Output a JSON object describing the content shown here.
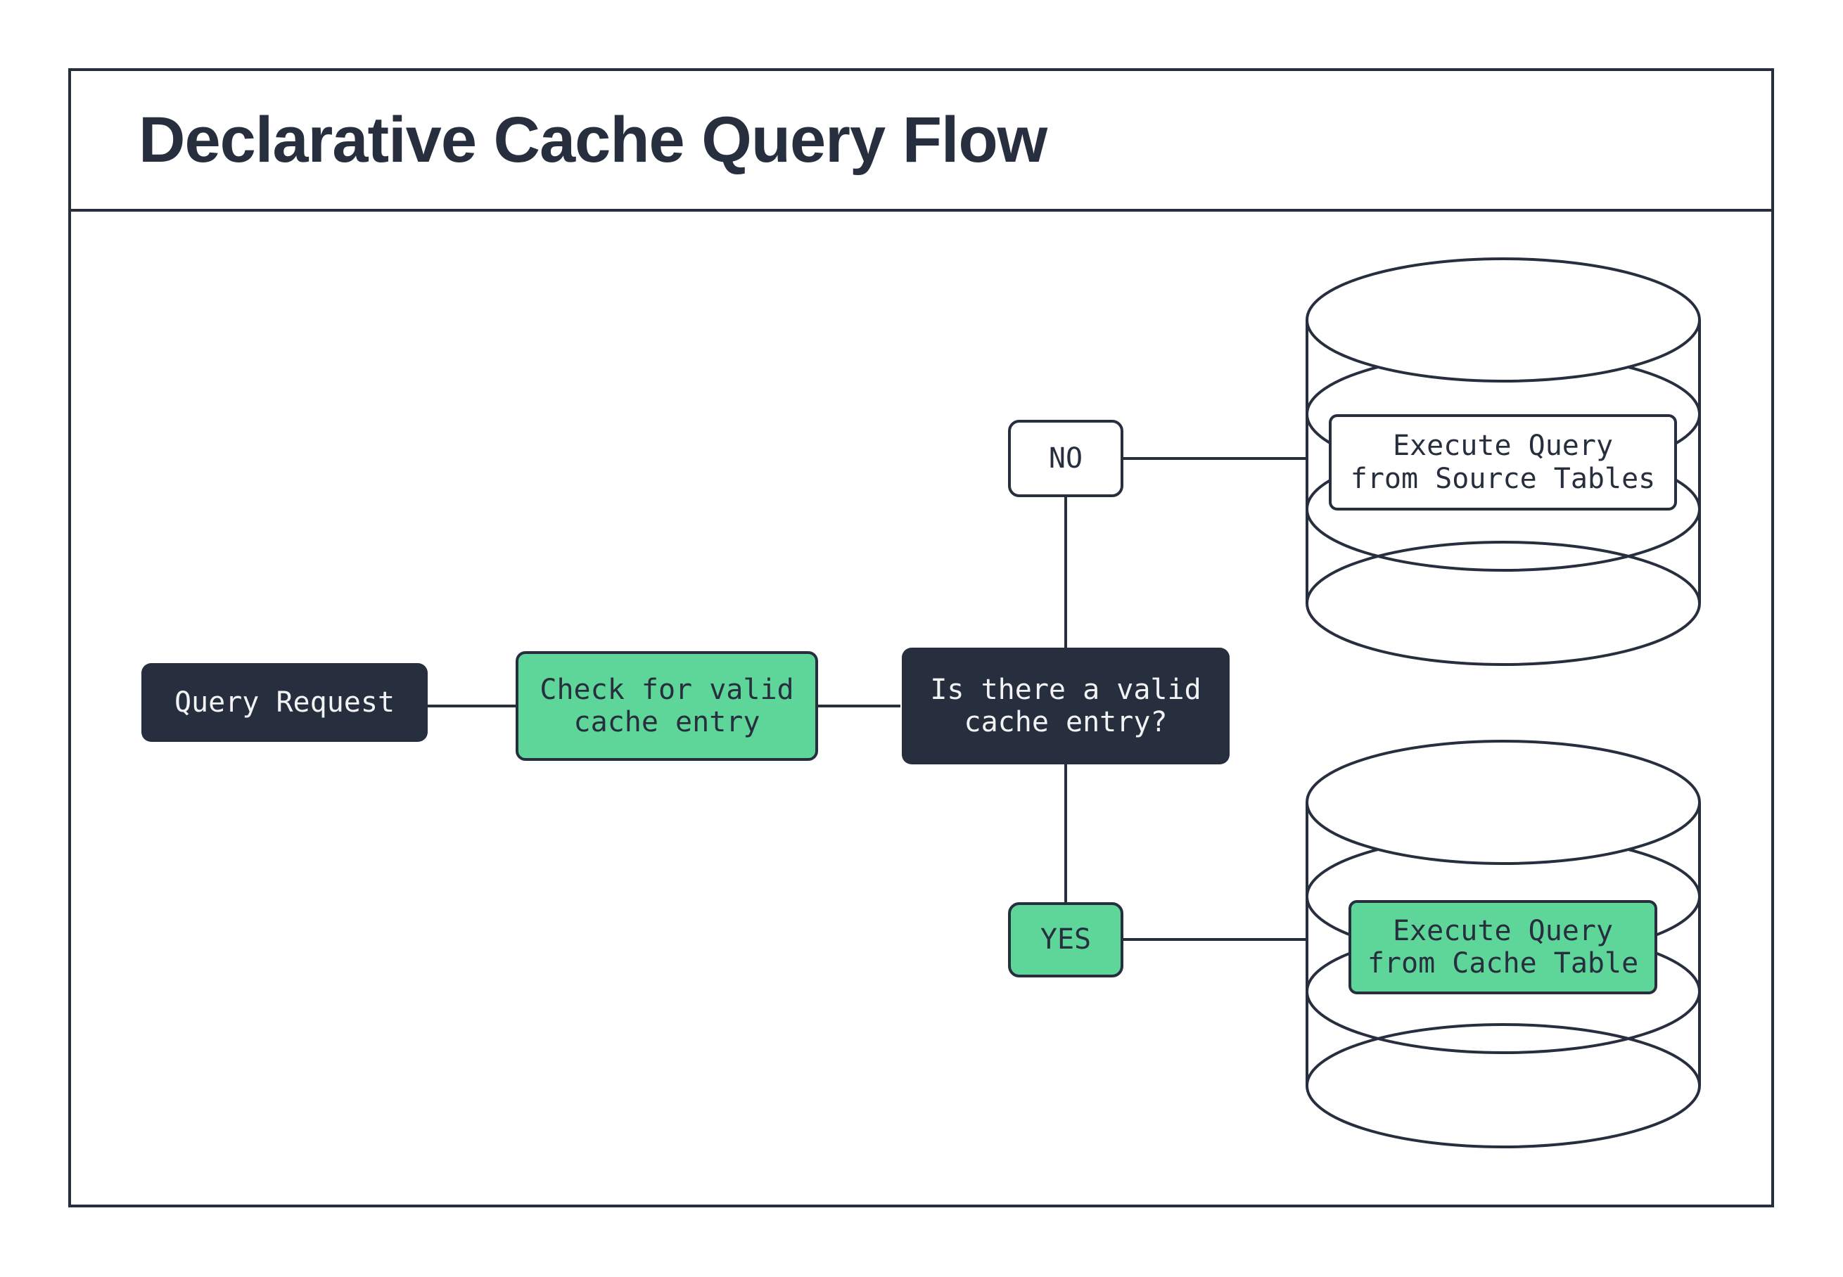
{
  "title": "Declarative Cache Query Flow",
  "colors": {
    "ink": "#272e3d",
    "green": "#5ed69a",
    "paper": "#ffffff",
    "text_on_dark": "#f2f3f5"
  },
  "flow": {
    "nodes": {
      "query_request": {
        "type": "process",
        "label": "Query Request"
      },
      "check_cache": {
        "type": "process",
        "lines": [
          "Check for valid",
          "cache entry"
        ]
      },
      "decision": {
        "type": "decision",
        "lines": [
          "Is there a valid",
          "cache entry?"
        ]
      },
      "branch_no": {
        "type": "branch-label",
        "label": "NO"
      },
      "branch_yes": {
        "type": "branch-label",
        "label": "YES"
      },
      "source_db": {
        "type": "database",
        "lines": [
          "Execute Query",
          "from Source Tables"
        ]
      },
      "cache_db": {
        "type": "database",
        "lines": [
          "Execute Query",
          "from Cache Table"
        ]
      }
    },
    "edges": [
      {
        "from": "query_request",
        "to": "check_cache"
      },
      {
        "from": "check_cache",
        "to": "decision"
      },
      {
        "from": "decision",
        "to": "branch_no"
      },
      {
        "from": "branch_no",
        "to": "source_db"
      },
      {
        "from": "decision",
        "to": "branch_yes"
      },
      {
        "from": "branch_yes",
        "to": "cache_db"
      }
    ]
  }
}
